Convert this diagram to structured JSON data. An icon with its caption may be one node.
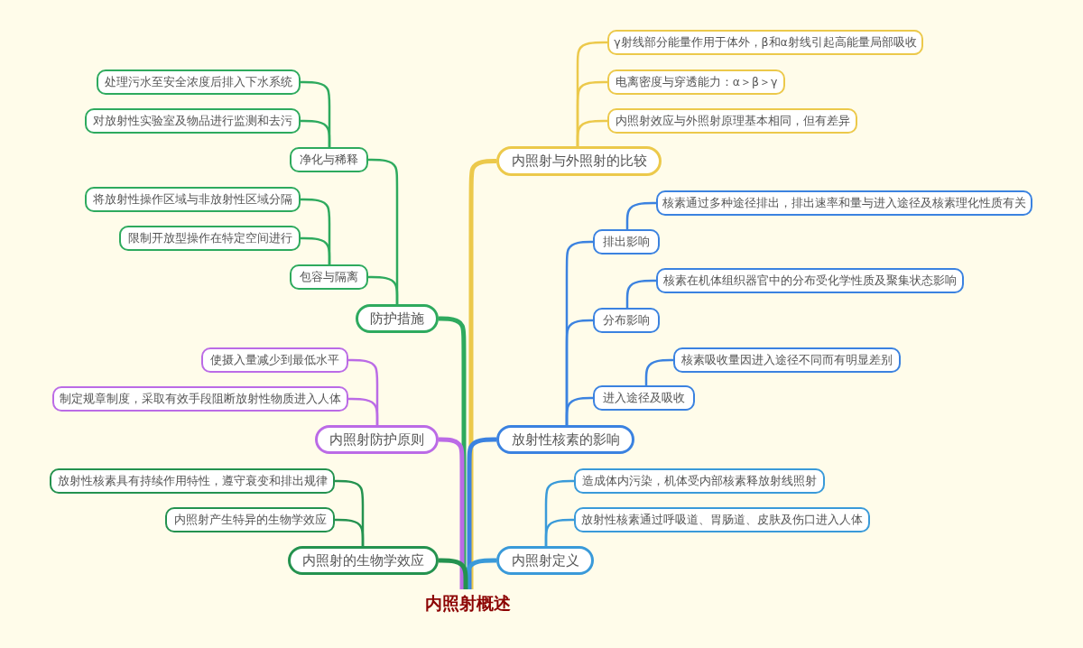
{
  "diagram": {
    "nodes": [
      {
        "text": [
          "内照射概述"
        ]
      },
      {
        "text": [
          "内照射与外照射的比较"
        ]
      },
      {
        "text": [
          "γ射线部分能量作用于体外，β和α射线引起高能量局部吸收"
        ]
      },
      {
        "text": [
          "电离密度与穿透能力：α＞β＞γ"
        ]
      },
      {
        "text": [
          "内照射效应与外照射原理基本相同，但有差异"
        ]
      },
      {
        "text": [
          "放射性核素的影响"
        ]
      },
      {
        "text": [
          "排出影响"
        ]
      },
      {
        "text": [
          "核素通过多种途径排出，排出速率和量与进入途径及核素理化性质有关"
        ]
      },
      {
        "text": [
          "分布影响"
        ]
      },
      {
        "text": [
          "核素在机体组织器官中的分布受化学性质及聚集状态影响"
        ]
      },
      {
        "text": [
          "进入途径及吸收"
        ]
      },
      {
        "text": [
          "核素吸收量因进入途径不同而有明显差别"
        ]
      },
      {
        "text": [
          "内照射定义"
        ]
      },
      {
        "text": [
          "造成体内污染，机体受内部核素释放射线照射"
        ]
      },
      {
        "text": [
          "放射性核素通过呼吸道、胃肠道、皮肤及伤口进入人体"
        ]
      },
      {
        "text": [
          "防护措施"
        ]
      },
      {
        "text": [
          "净化与稀释"
        ]
      },
      {
        "text": [
          "处理污水至安全浓度后排入下水系统"
        ]
      },
      {
        "text": [
          "对放射性实验室及物品进行监测和去污"
        ]
      },
      {
        "text": [
          "包容与隔离"
        ]
      },
      {
        "text": [
          "将放射性操作区域与非放射性区域分隔"
        ]
      },
      {
        "text": [
          "限制开放型操作在特定空间进行"
        ]
      },
      {
        "text": [
          "内照射防护原则"
        ]
      },
      {
        "text": [
          "使摄入量减少到最低水平"
        ]
      },
      {
        "text": [
          "制定规章制度，采取有效手段阻断放射性物质进入人体"
        ]
      },
      {
        "text": [
          "内照射的生物学效应"
        ]
      },
      {
        "text": [
          "放射性核素具有持续作用特性，遵守衰变和排出规律"
        ]
      },
      {
        "text": [
          "内照射产生特异的生物学效应"
        ]
      }
    ],
    "edges": [
      {
        "from": 0,
        "to": 1,
        "arrow": "none",
        "style": "thick",
        "color": "#ecc94b"
      },
      {
        "from": 1,
        "to": 2,
        "arrow": "none",
        "color": "#ecc94b"
      },
      {
        "from": 1,
        "to": 3,
        "arrow": "none",
        "color": "#ecc94b"
      },
      {
        "from": 1,
        "to": 4,
        "arrow": "none",
        "color": "#ecc94b"
      },
      {
        "from": 0,
        "to": 5,
        "arrow": "none",
        "style": "thick",
        "color": "#3b82e0"
      },
      {
        "from": 5,
        "to": 6,
        "arrow": "none",
        "color": "#3b82e0"
      },
      {
        "from": 6,
        "to": 7,
        "arrow": "none",
        "color": "#3b82e0"
      },
      {
        "from": 5,
        "to": 8,
        "arrow": "none",
        "color": "#3b82e0"
      },
      {
        "from": 8,
        "to": 9,
        "arrow": "none",
        "color": "#3b82e0"
      },
      {
        "from": 5,
        "to": 10,
        "arrow": "none",
        "color": "#3b82e0"
      },
      {
        "from": 10,
        "to": 11,
        "arrow": "none",
        "color": "#3b82e0"
      },
      {
        "from": 0,
        "to": 12,
        "arrow": "none",
        "style": "thick",
        "color": "#3a9ad9"
      },
      {
        "from": 12,
        "to": 13,
        "arrow": "none",
        "color": "#3a9ad9"
      },
      {
        "from": 12,
        "to": 14,
        "arrow": "none",
        "color": "#3a9ad9"
      },
      {
        "from": 0,
        "to": 15,
        "arrow": "none",
        "style": "thick",
        "color": "#2eaa5e"
      },
      {
        "from": 15,
        "to": 16,
        "arrow": "none",
        "color": "#2eaa5e"
      },
      {
        "from": 16,
        "to": 17,
        "arrow": "none",
        "color": "#2eaa5e"
      },
      {
        "from": 16,
        "to": 18,
        "arrow": "none",
        "color": "#2eaa5e"
      },
      {
        "from": 15,
        "to": 19,
        "arrow": "none",
        "color": "#2eaa5e"
      },
      {
        "from": 19,
        "to": 20,
        "arrow": "none",
        "color": "#2eaa5e"
      },
      {
        "from": 19,
        "to": 21,
        "arrow": "none",
        "color": "#2eaa5e"
      },
      {
        "from": 0,
        "to": 22,
        "arrow": "none",
        "style": "thick",
        "color": "#bb6be6"
      },
      {
        "from": 22,
        "to": 23,
        "arrow": "none",
        "color": "#bb6be6"
      },
      {
        "from": 22,
        "to": 24,
        "arrow": "none",
        "color": "#bb6be6"
      },
      {
        "from": 0,
        "to": 25,
        "arrow": "none",
        "style": "thick",
        "color": "#24924f"
      },
      {
        "from": 25,
        "to": 26,
        "arrow": "none",
        "color": "#24924f"
      },
      {
        "from": 25,
        "to": 27,
        "arrow": "none",
        "color": "#24924f"
      }
    ]
  }
}
